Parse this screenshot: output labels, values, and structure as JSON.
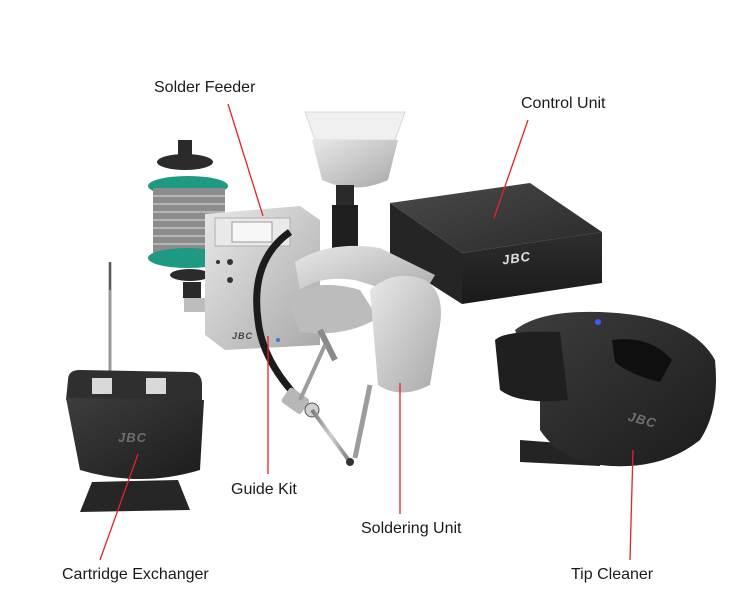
{
  "labels": {
    "solder_feeder": "Solder Feeder",
    "control_unit": "Control Unit",
    "guide_kit": "Guide Kit",
    "soldering_unit": "Soldering Unit",
    "cartridge_exchanger": "Cartridge Exchanger",
    "tip_cleaner": "Tip Cleaner"
  },
  "brand": {
    "control_unit_logo": "JBC",
    "feeder_logo": "JBC",
    "cartridge_logo": "JBC",
    "tip_cleaner_logo": "JBC"
  },
  "colors": {
    "leader_line": "#e3222b",
    "device_dark": "#2b2b2b",
    "device_silver": "#c9c9c9",
    "spool_green": "#1f9a82",
    "background": "#ffffff"
  }
}
